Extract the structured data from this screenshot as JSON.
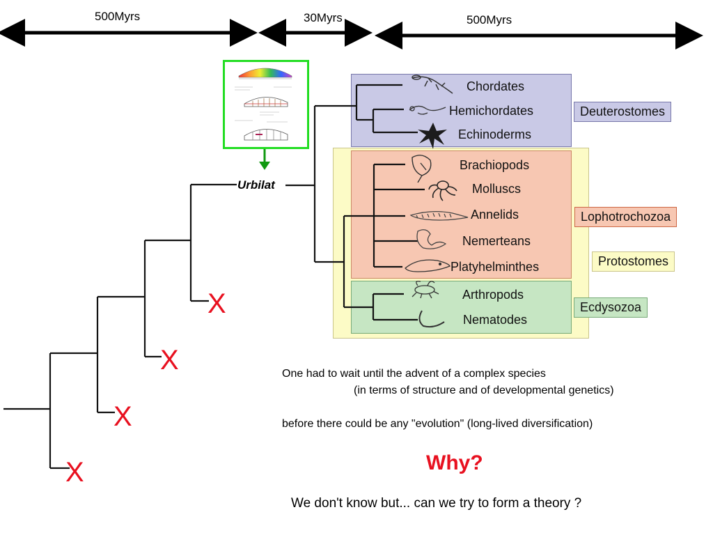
{
  "timescale": {
    "segments": [
      {
        "label": "500Myrs"
      },
      {
        "label": "30Myrs"
      },
      {
        "label": "500Myrs"
      }
    ]
  },
  "root_label": "Urbilat",
  "taxa": [
    {
      "name": "Chordates",
      "icon": "lizard-icon"
    },
    {
      "name": "Hemichordates",
      "icon": "acorn-worm-icon"
    },
    {
      "name": "Echinoderms",
      "icon": "starfish-icon"
    },
    {
      "name": "Brachiopods",
      "icon": "brachiopod-icon"
    },
    {
      "name": "Molluscs",
      "icon": "octopus-icon"
    },
    {
      "name": "Annelids",
      "icon": "worm-icon"
    },
    {
      "name": "Nemerteans",
      "icon": "ribbon-worm-icon"
    },
    {
      "name": "Platyhelminthes",
      "icon": "flatworm-icon"
    },
    {
      "name": "Arthropods",
      "icon": "fly-icon"
    },
    {
      "name": "Nematodes",
      "icon": "nematode-icon"
    }
  ],
  "groups": {
    "deuterostomes": {
      "label": "Deuterostomes",
      "color": "#c9c9e6"
    },
    "lophotrochozoa": {
      "label": "Lophotrochozoa",
      "color": "#f7c7b2"
    },
    "protostomes": {
      "label": "Protostomes",
      "color": "#fcfbc6"
    },
    "ecdysozoa": {
      "label": "Ecdysozoa",
      "color": "#c6e6c3"
    }
  },
  "extinct_marks": [
    "X",
    "X",
    "X",
    "X"
  ],
  "text": {
    "line1": "One had to wait until the advent of a complex species",
    "line2": "(in terms of structure and of developmental genetics)",
    "line3": "before there could be any \"evolution\" (long-lived diversification)",
    "why": "Why?",
    "final": "We don't know but... can we try to form a theory ?"
  },
  "colors": {
    "extinct": "#e8101f",
    "inset_border": "#22dd22",
    "inset_arrow": "#119911"
  }
}
